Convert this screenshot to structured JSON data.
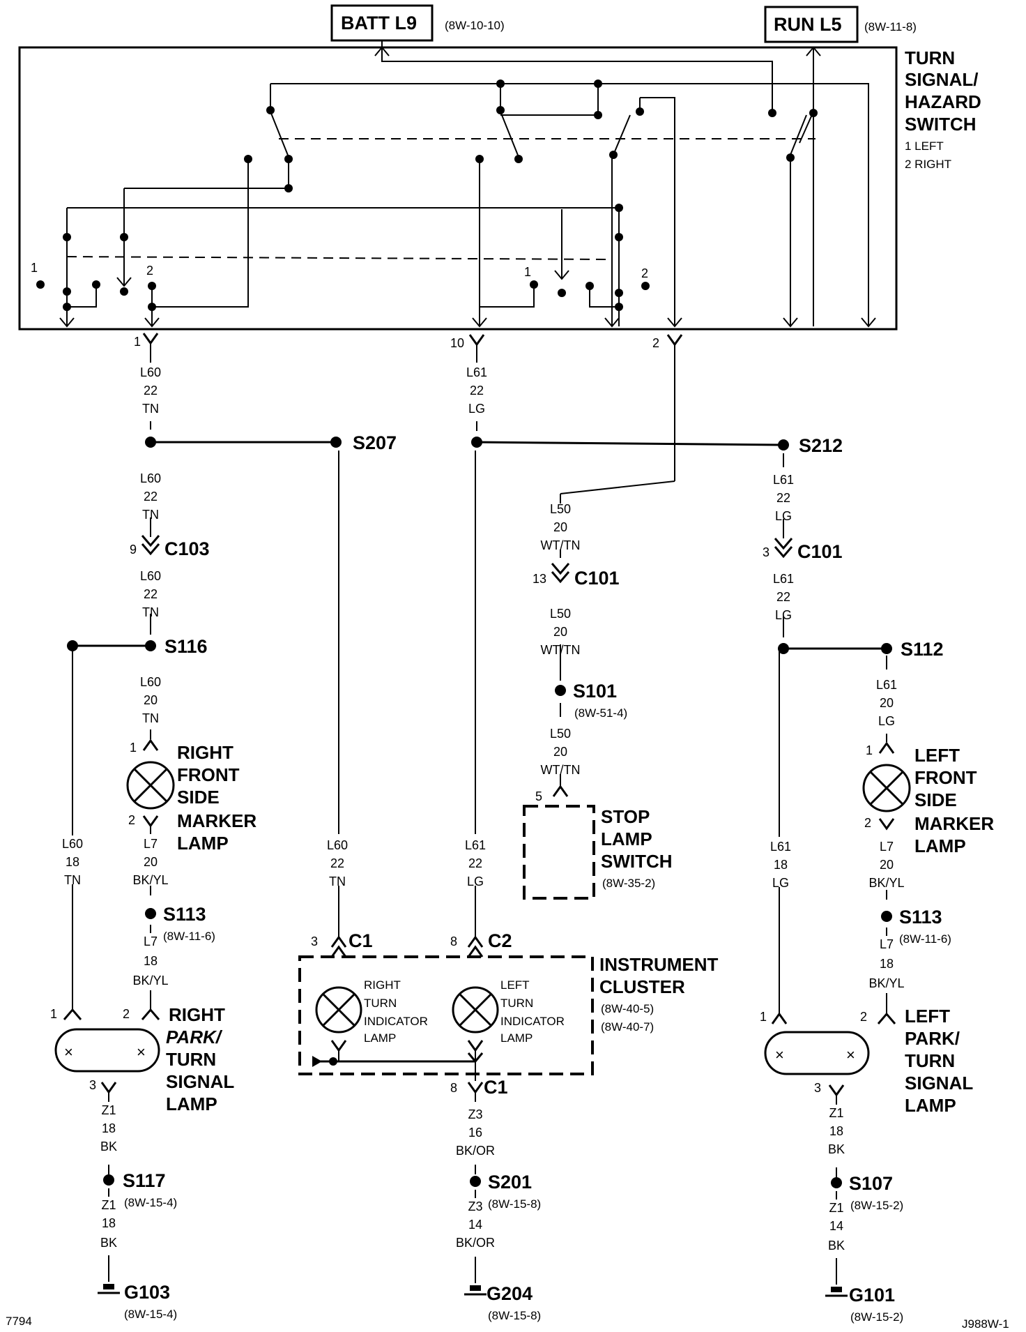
{
  "top_refs": {
    "batt": {
      "label": "BATT L9",
      "ref": "(8W-10-10)"
    },
    "run": {
      "label": "RUN L5",
      "ref": "(8W-11-8)"
    }
  },
  "switch": {
    "title": [
      "TURN",
      "SIGNAL/",
      "HAZARD",
      "SWITCH"
    ],
    "legend": [
      "1 LEFT",
      "2 RIGHT"
    ],
    "pos_1": "1",
    "pos_2": "2"
  },
  "pins": {
    "p1": "1",
    "p10": "10",
    "p2": "2",
    "p9": "9",
    "p13": "13",
    "p3": "3",
    "p5": "5",
    "p8": "8"
  },
  "wires": {
    "l60_22_tn": [
      "L60",
      "22",
      "TN"
    ],
    "l60_20_tn": [
      "L60",
      "20",
      "TN"
    ],
    "l60_18_tn": [
      "L60",
      "18",
      "TN"
    ],
    "l61_22_lg": [
      "L61",
      "22",
      "LG"
    ],
    "l61_20_lg": [
      "L61",
      "20",
      "LG"
    ],
    "l61_18_lg": [
      "L61",
      "18",
      "LG"
    ],
    "l50_20_wttn": [
      "L50",
      "20",
      "WT/TN"
    ],
    "l7_20_bkyl": [
      "L7",
      "20",
      "BK/YL"
    ],
    "l7_18_bkyl": [
      "L7",
      "18",
      "BK/YL"
    ],
    "z1_18_bk": [
      "Z1",
      "18",
      "BK"
    ],
    "z1_14_bk": [
      "Z1",
      "14",
      "BK"
    ],
    "z3_16_bkor": [
      "Z3",
      "16",
      "BK/OR"
    ],
    "z3_14_bkor": [
      "Z3",
      "14",
      "BK/OR"
    ]
  },
  "splices": {
    "s207": "S207",
    "s212": "S212",
    "s116": "S116",
    "s112": "S112",
    "s101": "S101",
    "s101_ref": "(8W-51-4)",
    "s113": "S113",
    "s113_ref": "(8W-11-6)",
    "s117": "S117",
    "s117_ref": "(8W-15-4)",
    "s201": "S201",
    "s201_ref": "(8W-15-8)",
    "s107": "S107",
    "s107_ref": "(8W-15-2)"
  },
  "connectors": {
    "c103": "C103",
    "c101": "C101",
    "c1": "C1",
    "c2": "C2"
  },
  "grounds": {
    "g103": "G103",
    "g103_ref": "(8W-15-4)",
    "g204": "G204",
    "g204_ref": "(8W-15-8)",
    "g101": "G101",
    "g101_ref": "(8W-15-2)"
  },
  "components": {
    "rf_side_marker": [
      "RIGHT",
      "FRONT",
      "SIDE",
      "MARKER",
      "LAMP"
    ],
    "lf_side_marker": [
      "LEFT",
      "FRONT",
      "SIDE",
      "MARKER",
      "LAMP"
    ],
    "r_park_turn": [
      "RIGHT",
      "PARK/",
      "TURN",
      "SIGNAL",
      "LAMP"
    ],
    "l_park_turn": [
      "LEFT",
      "PARK/",
      "TURN",
      "SIGNAL",
      "LAMP"
    ],
    "stop_lamp_switch": [
      "STOP",
      "LAMP",
      "SWITCH"
    ],
    "stop_lamp_switch_ref": "(8W-35-2)",
    "instrument_cluster": [
      "INSTRUMENT",
      "CLUSTER"
    ],
    "instrument_cluster_refs": [
      "(8W-40-5)",
      "(8W-40-7)"
    ],
    "right_indicator": [
      "RIGHT",
      "TURN",
      "INDICATOR",
      "LAMP"
    ],
    "left_indicator": [
      "LEFT",
      "TURN",
      "INDICATOR",
      "LAMP"
    ]
  },
  "footer": {
    "left": "7794",
    "right": "J988W-1"
  }
}
